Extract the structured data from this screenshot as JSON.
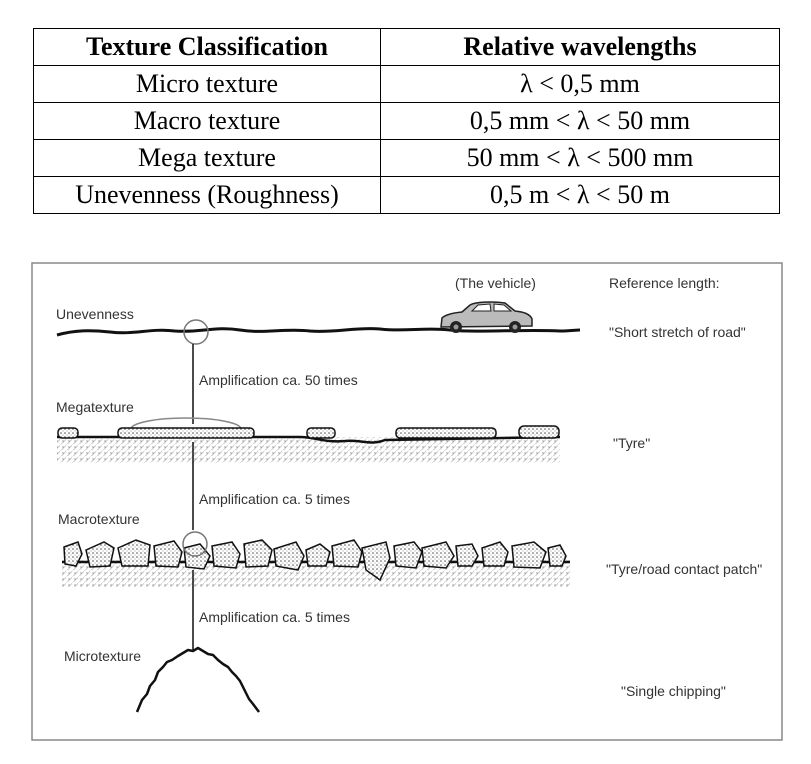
{
  "table": {
    "headers": [
      "Texture Classification",
      "Relative wavelengths"
    ],
    "rows": [
      [
        "Micro texture",
        "λ < 0,5 mm"
      ],
      [
        "Macro texture",
        "0,5 mm <  λ < 50 mm"
      ],
      [
        "Mega texture",
        "50 mm < λ < 500 mm"
      ],
      [
        "Unevenness (Roughness)",
        "0,5 m < λ < 50 m"
      ]
    ]
  },
  "diagram": {
    "vehicle_label": "(The vehicle)",
    "reference_header": "Reference length:",
    "levels": [
      {
        "name": "Unevenness",
        "reference": "\"Short stretch of road\""
      },
      {
        "name": "Megatexture",
        "reference": "\"Tyre\""
      },
      {
        "name": "Macrotexture",
        "reference": "\"Tyre/road contact patch\""
      },
      {
        "name": "Microtexture",
        "reference": "\"Single chipping\""
      }
    ],
    "amplifications": [
      "Amplification ca. 50 times",
      "Amplification ca. 5 times",
      "Amplification ca. 5 times"
    ]
  }
}
